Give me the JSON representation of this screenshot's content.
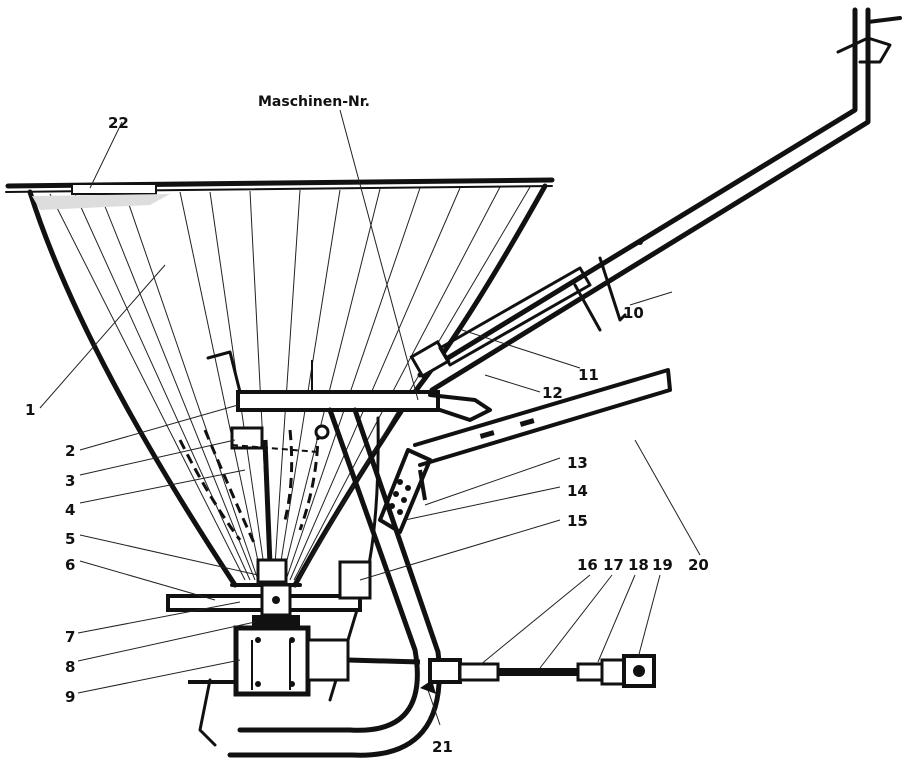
{
  "labels": {
    "machine_no": "Maschinen-Nr.",
    "n1": "1",
    "n2": "2",
    "n3": "3",
    "n4": "4",
    "n5": "5",
    "n6": "6",
    "n7": "7",
    "n8": "8",
    "n9": "9",
    "n10": "10",
    "n11": "11",
    "n12": "12",
    "n13": "13",
    "n14": "14",
    "n15": "15",
    "n16": "16",
    "n17": "17",
    "n18": "18",
    "n19": "19",
    "n20": "20",
    "n21": "21",
    "n22": "22"
  }
}
